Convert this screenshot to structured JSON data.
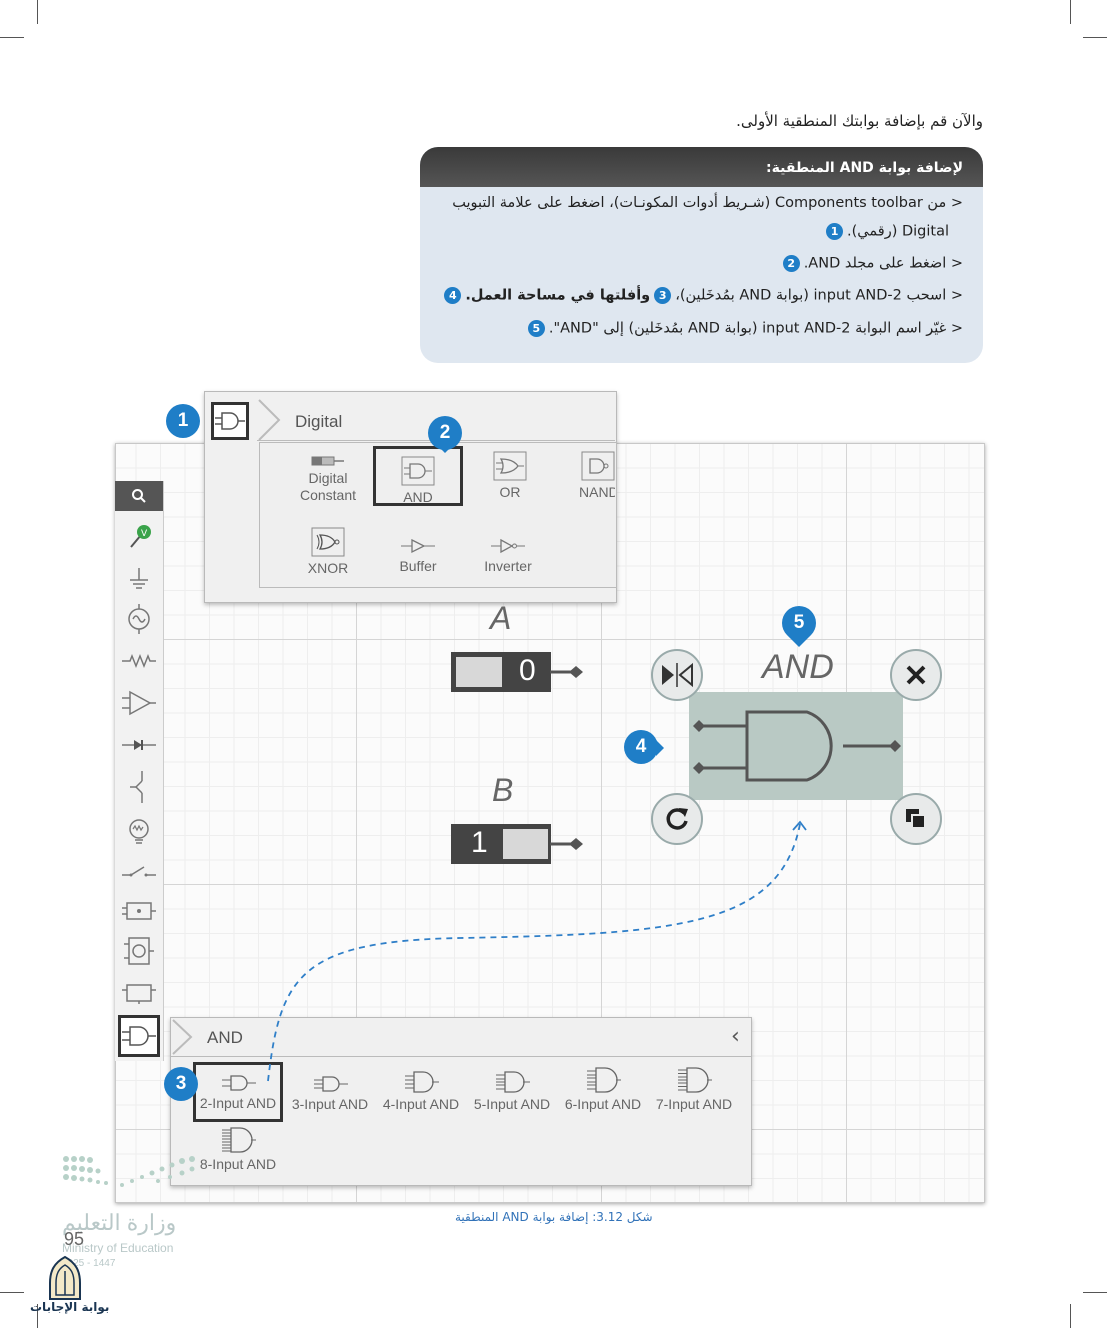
{
  "intro": "والآن قم بإضافة بوابتك المنطقية الأولى.",
  "instructions": {
    "heading": "لإضافة بوابة AND المنطقية:",
    "lines": [
      "< من Components toolbar (شـريط أدوات المكونـات)، اضغط على علامة التبويب",
      "Digital (رقمي).",
      "< اضغط على مجلد AND.",
      "< اسحب 2-input AND (بوابة AND بمُدخَلين)،",
      "وأفلتها في مساحة العمل.",
      "< غيّر اسم البوابة 2-input AND (بوابة AND بمُدخَلين) إلى \"AND\"."
    ],
    "badges": [
      "1",
      "2",
      "3",
      "4",
      "5"
    ]
  },
  "digital_panel": {
    "title": "Digital",
    "items": [
      "Digital Constant",
      "AND",
      "OR",
      "NAND",
      "XNOR",
      "Buffer",
      "Inverter"
    ]
  },
  "and_panel": {
    "title": "AND",
    "collapse_glyph": "‹",
    "items": [
      "2-Input AND",
      "3-Input AND",
      "4-Input AND",
      "5-Input AND",
      "6-Input AND",
      "7-Input AND",
      "8-Input AND"
    ]
  },
  "canvas": {
    "label_a": "A",
    "value_a": "0",
    "label_b": "B",
    "value_b": "1",
    "gate_label": "AND"
  },
  "callouts": [
    "1",
    "2",
    "3",
    "4",
    "5"
  ],
  "caption": "شكل 3.12: إضافة بوابة AND المنطقية",
  "footer": {
    "ministry_ar": "وزارة التعليم",
    "ministry_en": "Ministry of Education",
    "page_number": "95",
    "year": "2025 - 1447",
    "watermark": "بوابة الإجابات"
  },
  "colors": {
    "accent": "#1f7ec7",
    "box_bg": "#dfe7f0",
    "selection": "#b9c9c4"
  }
}
